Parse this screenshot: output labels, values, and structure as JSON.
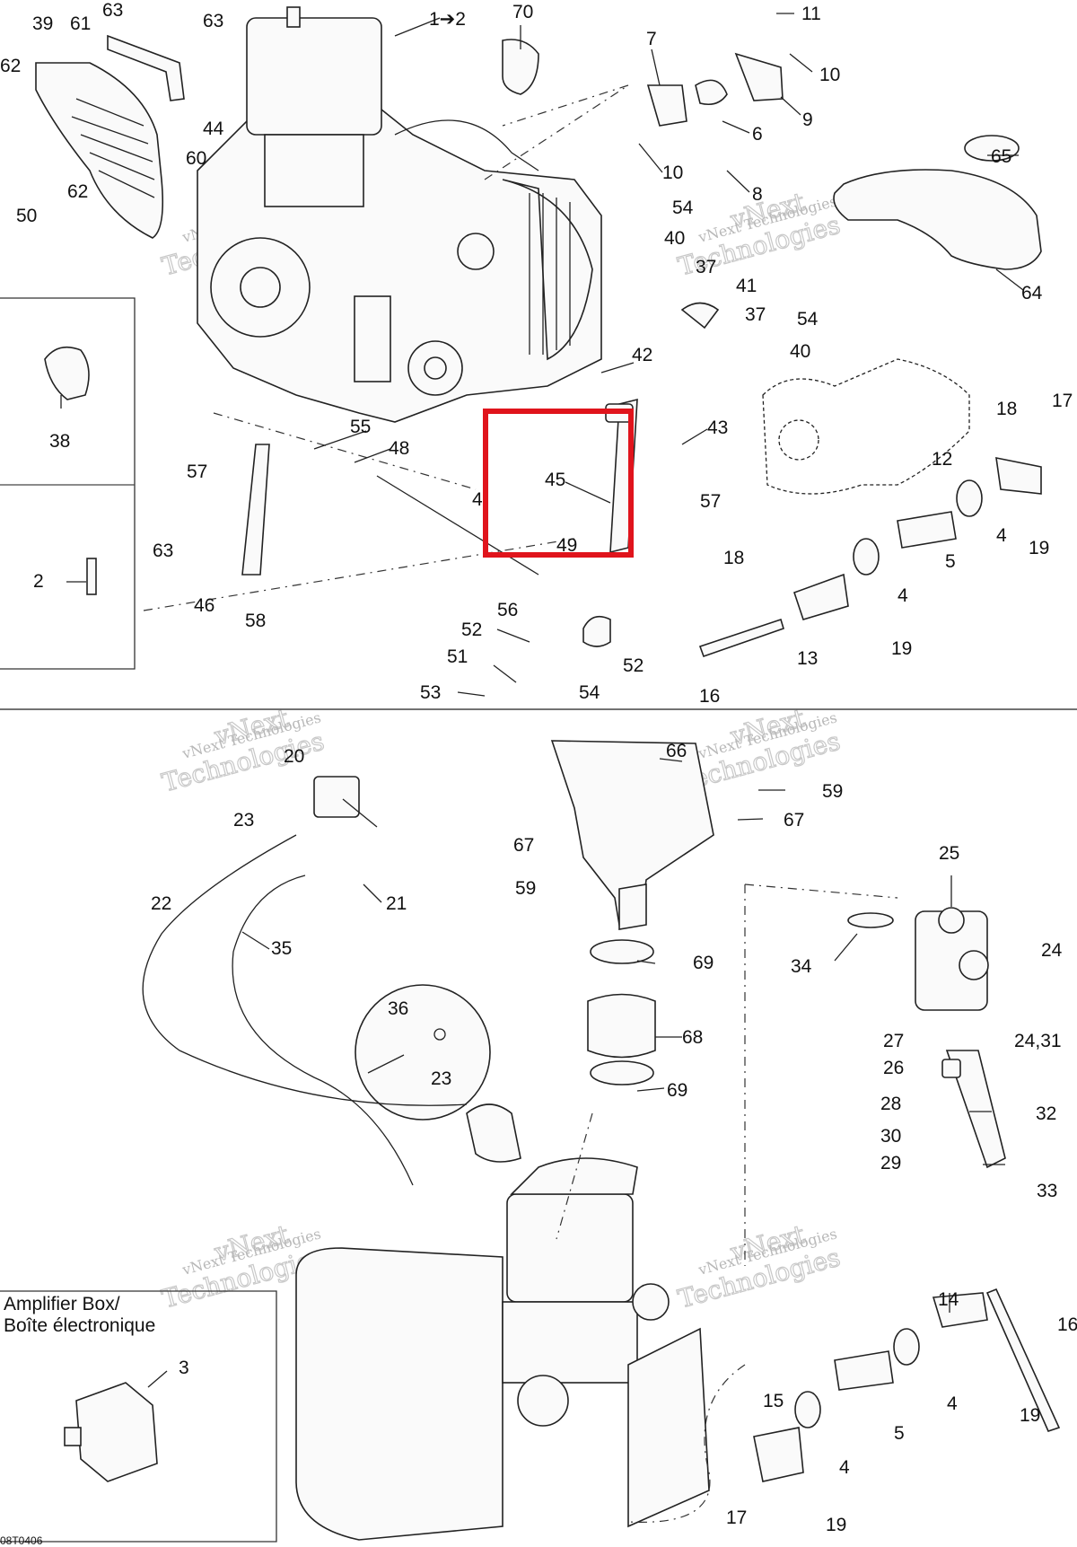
{
  "diagram": {
    "image_code": "08T0406",
    "highlight_color": "#e0141c",
    "watermark_lines": [
      "vNext Technologies",
      "vNext",
      "Technologies"
    ],
    "amplifier_box_label": [
      "Amplifier Box/",
      "Boîte électronique"
    ],
    "upper_callouts": [
      "1➔2",
      "70",
      "7",
      "11",
      "10",
      "9",
      "6",
      "8",
      "10",
      "39",
      "61",
      "63",
      "63",
      "62",
      "44",
      "60",
      "62",
      "50",
      "65",
      "64",
      "54",
      "40",
      "37",
      "41",
      "37",
      "54",
      "40",
      "42",
      "43",
      "45",
      "49",
      "4",
      "48",
      "55",
      "57",
      "63",
      "46",
      "58",
      "57",
      "56",
      "52",
      "51",
      "53",
      "54",
      "52",
      "18",
      "17",
      "12",
      "4",
      "19",
      "5",
      "18",
      "4",
      "13",
      "19",
      "16",
      "38",
      "2"
    ],
    "lower_callouts": [
      "20",
      "23",
      "21",
      "22",
      "35",
      "36",
      "23",
      "66",
      "59",
      "67",
      "67",
      "59",
      "69",
      "68",
      "69",
      "25",
      "34",
      "24",
      "27",
      "24,31",
      "26",
      "28",
      "32",
      "30",
      "29",
      "33",
      "14",
      "16",
      "4",
      "19",
      "5",
      "15",
      "4",
      "17",
      "19",
      "3"
    ]
  }
}
